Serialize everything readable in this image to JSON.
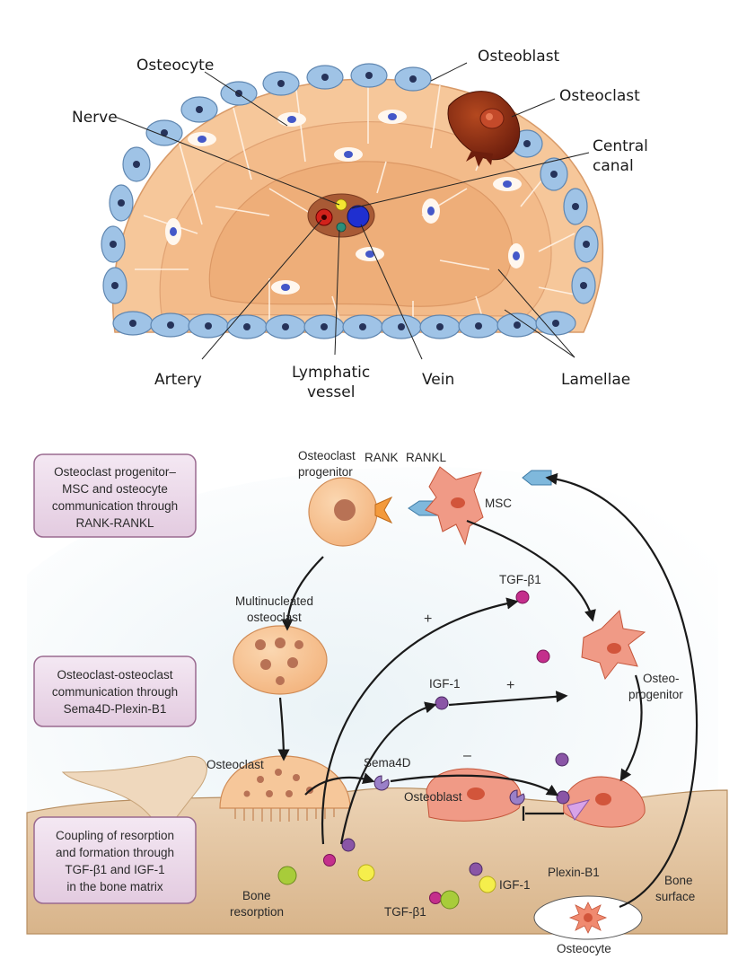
{
  "top": {
    "labels": {
      "osteocyte": "Osteocyte",
      "osteoblast": "Osteoblast",
      "osteoclast": "Osteoclast",
      "nerve": "Nerve",
      "central_canal_1": "Central",
      "central_canal_2": "canal",
      "artery": "Artery",
      "lymphatic_1": "Lymphatic",
      "lymphatic_2": "vessel",
      "vein": "Vein",
      "lamellae": "Lamellae"
    }
  },
  "bottom": {
    "boxes": [
      {
        "lines": [
          "Osteoclast progenitor–",
          "MSC and osteocyte",
          "communication through",
          "RANK-RANKL"
        ]
      },
      {
        "lines": [
          "Osteoclast-osteoclast",
          "communication through",
          "Sema4D-Plexin-B1"
        ]
      },
      {
        "lines": [
          "Coupling of resorption",
          "and formation through",
          "TGF-β1 and IGF-1",
          "in the bone matrix"
        ]
      }
    ],
    "labels": {
      "osteoclast_progenitor_1": "Osteoclast",
      "osteoclast_progenitor_2": "progenitor",
      "rank": "RANK",
      "rankl": "RANKL",
      "msc": "MSC",
      "multinucleated_1": "Multinucleated",
      "multinucleated_2": "osteoclast",
      "tgf_b1_top": "TGF-β1",
      "igf1_mid": "IGF-1",
      "osteoprogenitor_1": "Osteo-",
      "osteoprogenitor_2": "progenitor",
      "osteoclast": "Osteoclast",
      "sema4d": "Sema4D",
      "osteoblast": "Osteoblast",
      "plexin_b1": "Plexin-B1",
      "bone_resorption_1": "Bone",
      "bone_resorption_2": "resorption",
      "igf1_bottom": "IGF-1",
      "tgf_b1_bottom": "TGF-β1",
      "bone_surface_1": "Bone",
      "bone_surface_2": "surface",
      "osteocyte": "Osteocyte",
      "plus_1": "+",
      "plus_2": "+",
      "minus": "–"
    }
  },
  "colors": {
    "bone_light": "#f6c79a",
    "bone_dark": "#e7a56c",
    "osteoblast_blue": "#9fc3e6",
    "osteoclast_red": "#8e2a16",
    "box_fill": "#ecdaea",
    "box_stroke": "#9a6a90",
    "cell_salmon": "#f09a86",
    "tgf_magenta": "#c42f8c",
    "igf_purple": "#8a55a6",
    "yellow_particle": "#f5ee4c",
    "green_particle": "#a8cc3a"
  }
}
